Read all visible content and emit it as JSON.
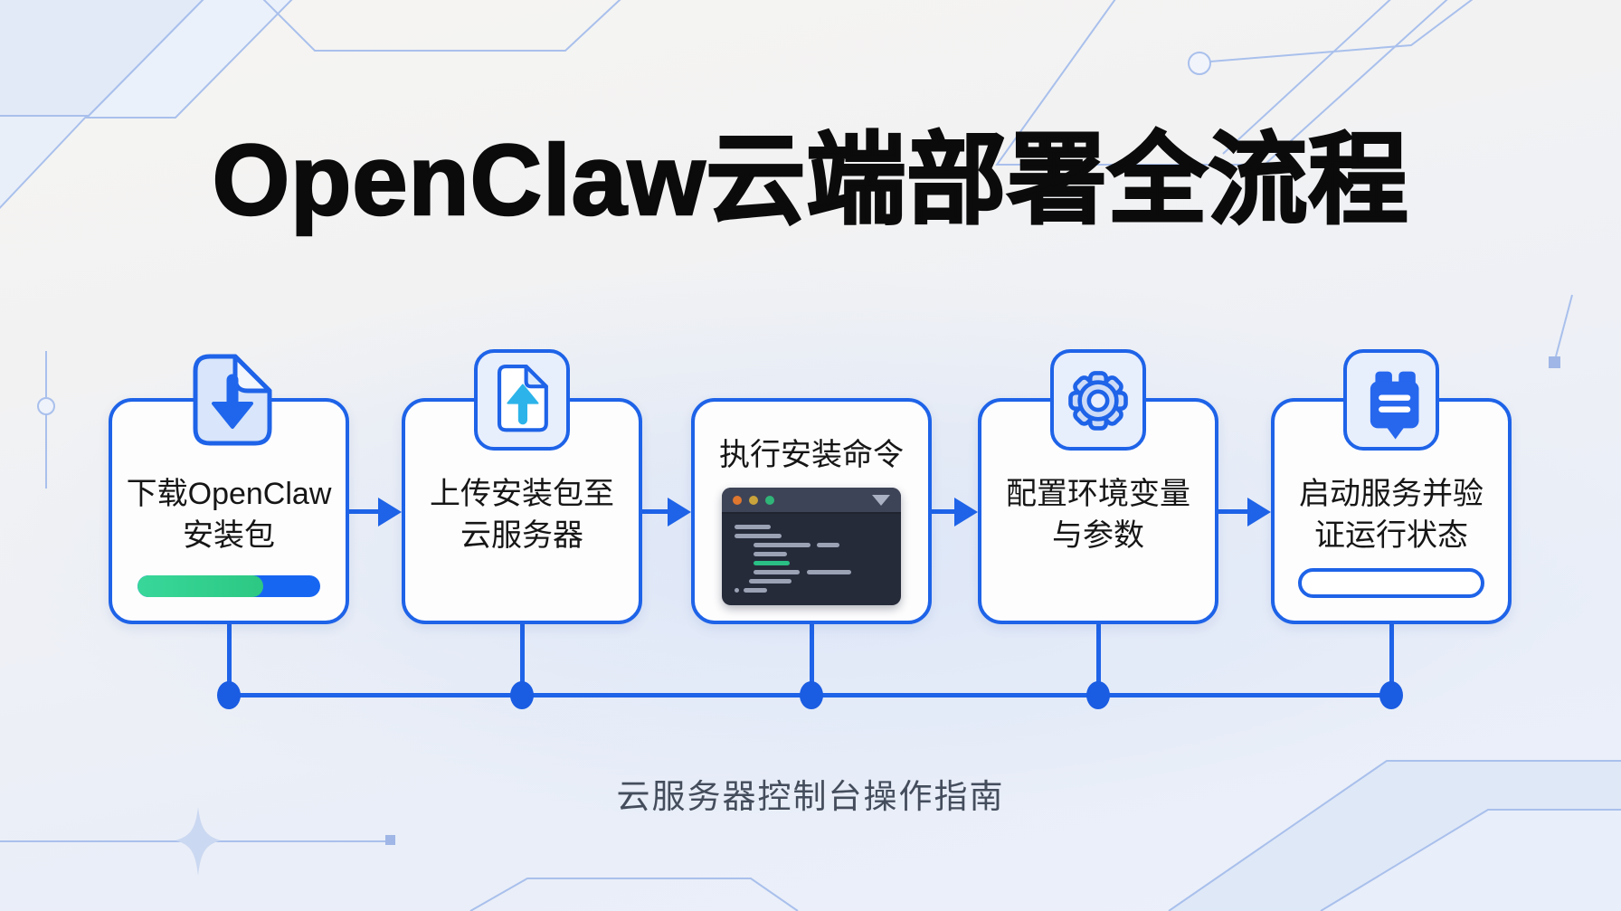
{
  "title": {
    "text": "OpenClaw云端部署全流程"
  },
  "caption": {
    "text": "云服务器控制台操作指南"
  },
  "steps": [
    {
      "icon": "download-file-icon",
      "label_line1": "下载OpenClaw",
      "label_line2": "安装包",
      "progress_percent": 69
    },
    {
      "icon": "upload-file-icon",
      "label_line1": "上传安装包至",
      "label_line2": "云服务器"
    },
    {
      "icon": "terminal-window-graphic",
      "label_line1": "执行安装命令",
      "label_line2": ""
    },
    {
      "icon": "gear-icon",
      "label_line1": "配置环境变量",
      "label_line2": "与参数"
    },
    {
      "icon": "notes-bubble-icon",
      "label_line1": "启动服务并验",
      "label_line2": "证运行状态",
      "status_pill": "empty"
    }
  ],
  "colors": {
    "accent_blue": "#1e63e8",
    "progress_track_blue": "#1766f2",
    "progress_fill_green": "#2fd08f",
    "upload_arrow_cyan": "#2cb4ea",
    "terminal_bg": "#262b3a",
    "terminal_titlebar": "#3e4457",
    "terminal_line_gray": "#9aa2b4",
    "terminal_line_green": "#2abf85",
    "traffic_orange": "#e0772f",
    "traffic_yellow": "#c9a33b",
    "traffic_green": "#2fb578",
    "background_top": "#f5f4f1",
    "background_bottom": "#e9eef8",
    "decor_line_blue": "#a9c0ec"
  }
}
